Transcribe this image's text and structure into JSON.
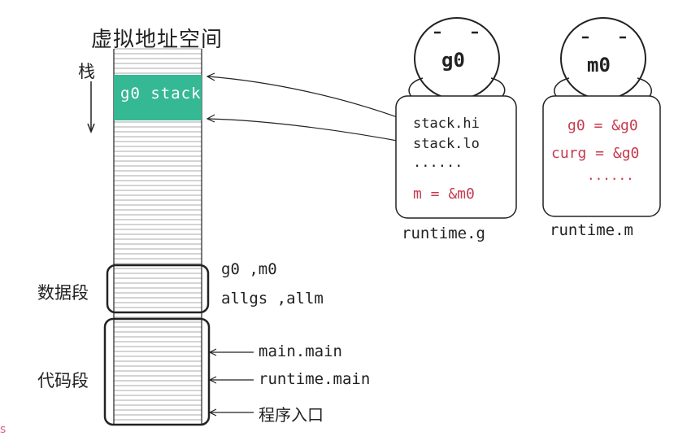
{
  "title": "虚拟地址空间",
  "segments": {
    "stack": "栈",
    "data": "数据段",
    "code": "代码段"
  },
  "g0_stack_label": "g0 stack",
  "data_vars": {
    "line1": "g0 ,m0",
    "line2": "allgs ,allm"
  },
  "code_pointers": [
    "main.main",
    "runtime.main",
    "程序入口"
  ],
  "g0": {
    "name": "g0",
    "fields": [
      "stack.hi",
      "stack.lo",
      "......"
    ],
    "m_ref": "m = &m0",
    "caption": "runtime.g"
  },
  "m0": {
    "name": "m0",
    "fields": [
      "g0 = &g0",
      "curg = &g0",
      "......"
    ],
    "caption": "runtime.m"
  },
  "stray_text": "s",
  "colors": {
    "stack_fill": "#35b894",
    "accent_red": "#c73a4e",
    "ink": "#222222"
  }
}
